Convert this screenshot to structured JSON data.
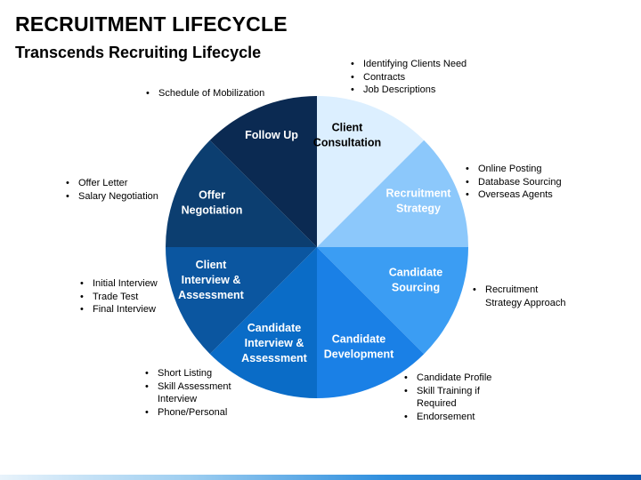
{
  "header": {
    "title": "RECRUITMENT LIFECYCLE",
    "subtitle": "Transcends Recruiting Lifecycle"
  },
  "wheel": {
    "segments": [
      {
        "label_lines": [
          "Client",
          "Consultation"
        ],
        "color": "#dcefff",
        "text_color": "#000000"
      },
      {
        "label_lines": [
          "Recruitment",
          "Strategy"
        ],
        "color": "#8cc8fb",
        "text_color": "#ffffff"
      },
      {
        "label_lines": [
          "Candidate",
          "Sourcing"
        ],
        "color": "#3b9df3",
        "text_color": "#ffffff"
      },
      {
        "label_lines": [
          "Candidate",
          "Development"
        ],
        "color": "#1a80e6",
        "text_color": "#ffffff"
      },
      {
        "label_lines": [
          "Candidate",
          "Interview &",
          "Assessment"
        ],
        "color": "#0a6cc7",
        "text_color": "#ffffff"
      },
      {
        "label_lines": [
          "Client",
          "Interview &",
          "Assessment"
        ],
        "color": "#0b56a0",
        "text_color": "#ffffff"
      },
      {
        "label_lines": [
          "Offer",
          "Negotiation"
        ],
        "color": "#0c3e70",
        "text_color": "#ffffff"
      },
      {
        "label_lines": [
          "Follow Up"
        ],
        "color": "#0b2a52",
        "text_color": "#ffffff"
      }
    ]
  },
  "notes": {
    "client_consultation": [
      "Identifying Clients Need",
      "Contracts",
      "Job Descriptions"
    ],
    "recruitment_strategy": [
      "Online Posting",
      "Database Sourcing",
      "Overseas Agents"
    ],
    "candidate_sourcing": [
      "Recruitment Strategy Approach"
    ],
    "candidate_development": [
      "Candidate Profile",
      "Skill Training if Required",
      "Endorsement"
    ],
    "candidate_interview": [
      "Short Listing",
      "Skill Assessment Interview",
      "Phone/Personal"
    ],
    "client_interview": [
      "Initial Interview",
      "Trade Test",
      "Final Interview"
    ],
    "offer_negotiation": [
      "Offer Letter",
      "Salary Negotiation"
    ],
    "follow_up": [
      "Schedule of Mobilization"
    ]
  }
}
